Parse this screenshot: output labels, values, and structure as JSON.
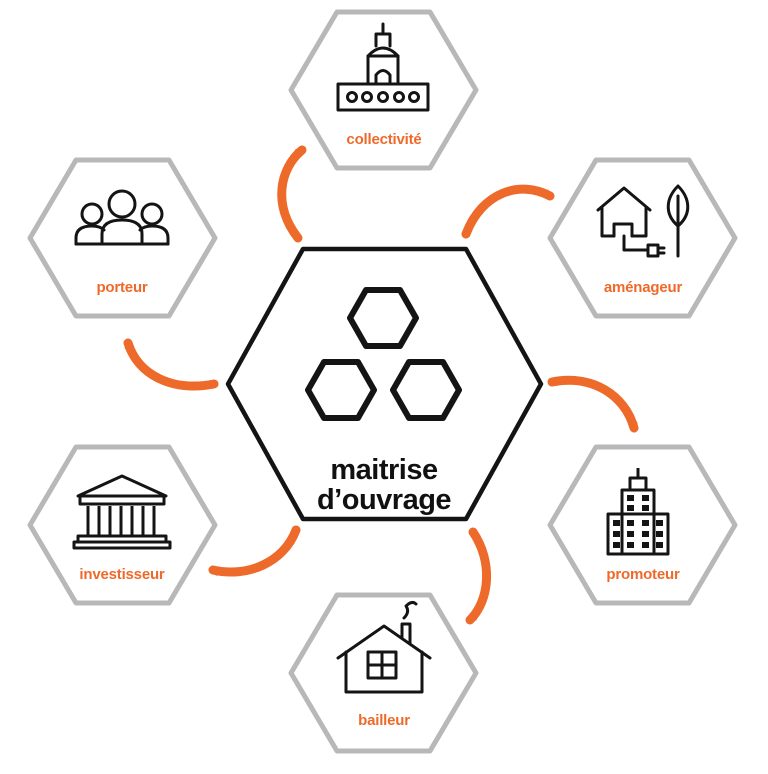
{
  "colors": {
    "accent": "#ee6a2a",
    "outline": "#b8b8b8",
    "ink": "#141414"
  },
  "center": {
    "line1": "maitrise",
    "line2": "d’ouvrage",
    "icon": "three-hexagons-icon"
  },
  "nodes": [
    {
      "id": "collectivite",
      "label": "collectivité",
      "icon": "town-hall-icon"
    },
    {
      "id": "amenageur",
      "label": "aménageur",
      "icon": "house-and-tree-icon"
    },
    {
      "id": "promoteur",
      "label": "promoteur",
      "icon": "apartment-building-icon"
    },
    {
      "id": "bailleur",
      "label": "bailleur",
      "icon": "house-icon"
    },
    {
      "id": "investisseur",
      "label": "investisseur",
      "icon": "bank-building-icon"
    },
    {
      "id": "porteur",
      "label": "porteur",
      "icon": "people-group-icon"
    }
  ]
}
